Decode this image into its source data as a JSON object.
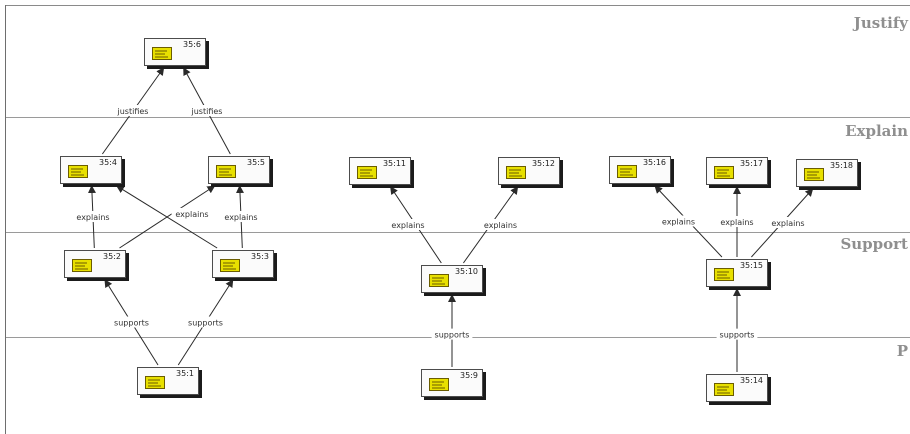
{
  "bands": [
    {
      "id": "justify",
      "label": "Justify"
    },
    {
      "id": "explain",
      "label": "Explain"
    },
    {
      "id": "support",
      "label": "Support"
    },
    {
      "id": "p",
      "label": "P"
    }
  ],
  "nodes": [
    {
      "id": "n35_6",
      "label": "35:6"
    },
    {
      "id": "n35_4",
      "label": "35:4"
    },
    {
      "id": "n35_5",
      "label": "35:5"
    },
    {
      "id": "n35_11",
      "label": "35:11"
    },
    {
      "id": "n35_12",
      "label": "35:12"
    },
    {
      "id": "n35_16",
      "label": "35:16"
    },
    {
      "id": "n35_17",
      "label": "35:17"
    },
    {
      "id": "n35_18",
      "label": "35:18"
    },
    {
      "id": "n35_2",
      "label": "35:2"
    },
    {
      "id": "n35_3",
      "label": "35:3"
    },
    {
      "id": "n35_10",
      "label": "35:10"
    },
    {
      "id": "n35_15",
      "label": "35:15"
    },
    {
      "id": "n35_1",
      "label": "35:1"
    },
    {
      "id": "n35_9",
      "label": "35:9"
    },
    {
      "id": "n35_14",
      "label": "35:14"
    }
  ],
  "edges": [
    {
      "from": "n35_4",
      "to": "n35_6",
      "label": "justifies"
    },
    {
      "from": "n35_5",
      "to": "n35_6",
      "label": "justifies"
    },
    {
      "from": "n35_2",
      "to": "n35_4",
      "label": "explains"
    },
    {
      "from": "n35_2",
      "to": "n35_5",
      "label": ""
    },
    {
      "from": "n35_3",
      "to": "n35_4",
      "label": "explains"
    },
    {
      "from": "n35_3",
      "to": "n35_5",
      "label": "explains"
    },
    {
      "from": "n35_10",
      "to": "n35_11",
      "label": "explains"
    },
    {
      "from": "n35_10",
      "to": "n35_12",
      "label": "explains"
    },
    {
      "from": "n35_15",
      "to": "n35_16",
      "label": "explains"
    },
    {
      "from": "n35_15",
      "to": "n35_17",
      "label": "explains"
    },
    {
      "from": "n35_15",
      "to": "n35_18",
      "label": "explains"
    },
    {
      "from": "n35_1",
      "to": "n35_2",
      "label": "supports"
    },
    {
      "from": "n35_1",
      "to": "n35_3",
      "label": "supports"
    },
    {
      "from": "n35_9",
      "to": "n35_10",
      "label": "supports"
    },
    {
      "from": "n35_14",
      "to": "n35_15",
      "label": "supports"
    }
  ],
  "colors": {
    "icon_fill": "#e8e000",
    "icon_edge": "#6b5d00",
    "edge": "#2a2a2a",
    "band_label": "#8f8f8f"
  }
}
